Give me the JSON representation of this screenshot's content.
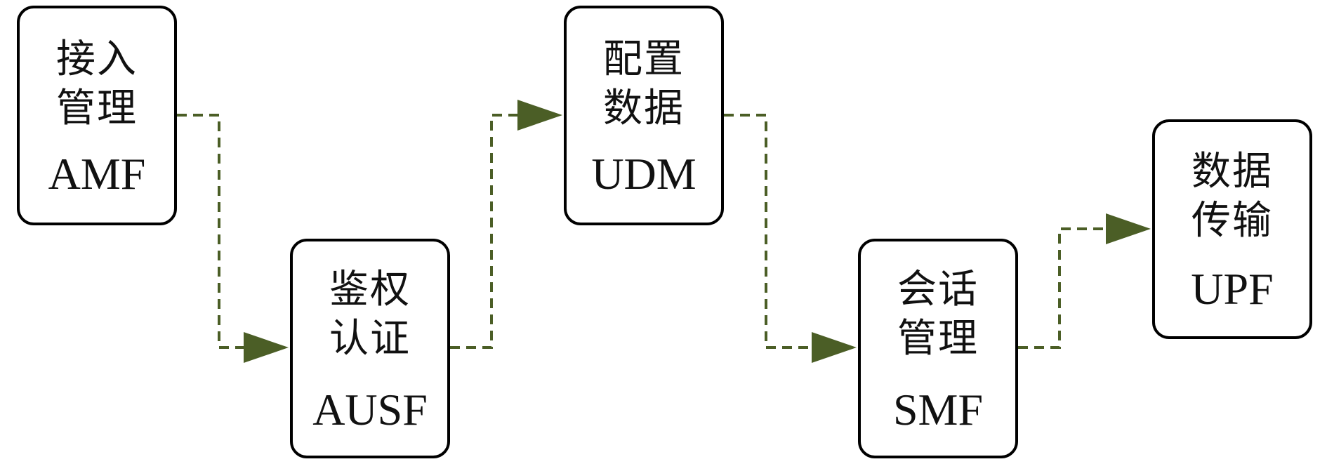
{
  "diagram": {
    "edge_color": "#4b5e26",
    "nodes": [
      {
        "id": "amf",
        "line1": "接入",
        "line2": "管理",
        "code": "AMF"
      },
      {
        "id": "ausf",
        "line1": "鉴权",
        "line2": "认证",
        "code": "AUSF"
      },
      {
        "id": "udm",
        "line1": "配置",
        "line2": "数据",
        "code": "UDM"
      },
      {
        "id": "smf",
        "line1": "会话",
        "line2": "管理",
        "code": "SMF"
      },
      {
        "id": "upf",
        "line1": "数据",
        "line2": "传输",
        "code": "UPF"
      }
    ],
    "edges": [
      {
        "from": "amf",
        "to": "ausf",
        "style": "dashed",
        "arrow": "filled-triangle"
      },
      {
        "from": "ausf",
        "to": "udm",
        "style": "dashed",
        "arrow": "filled-triangle"
      },
      {
        "from": "udm",
        "to": "smf",
        "style": "dashed",
        "arrow": "filled-triangle"
      },
      {
        "from": "smf",
        "to": "upf",
        "style": "dashed",
        "arrow": "filled-triangle"
      }
    ]
  }
}
